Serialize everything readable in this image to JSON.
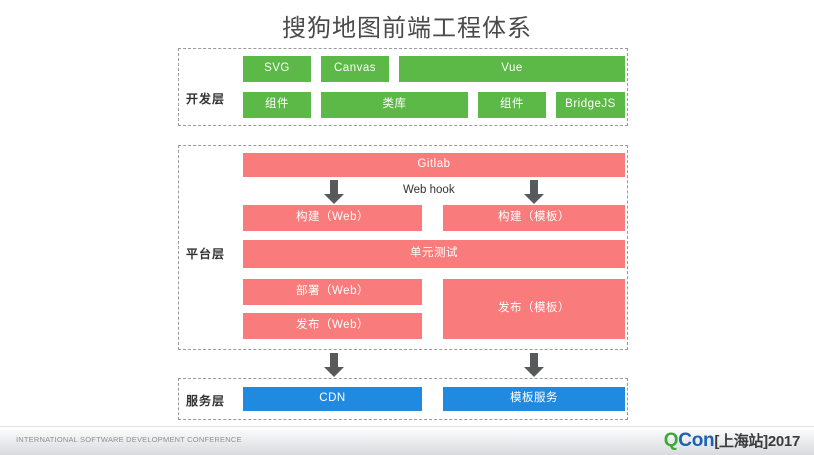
{
  "slide": {
    "title": "搜狗地图前端工程体系"
  },
  "layers": [
    {
      "id": "dev",
      "label": "开发层",
      "nodes": [
        {
          "label": "SVG",
          "color": "green"
        },
        {
          "label": "Canvas",
          "color": "green"
        },
        {
          "label": "Vue",
          "color": "green"
        },
        {
          "label": "组件",
          "color": "green"
        },
        {
          "label": "类库",
          "color": "green"
        },
        {
          "label": "组件",
          "color": "green"
        },
        {
          "label": "BridgeJS",
          "color": "green"
        }
      ]
    },
    {
      "id": "platform",
      "label": "平台层",
      "annotation": "Web hook",
      "nodes": [
        {
          "label": "Gitlab",
          "color": "pink"
        },
        {
          "label": "构建（Web）",
          "color": "pink"
        },
        {
          "label": "构建（模板）",
          "color": "pink"
        },
        {
          "label": "单元测试",
          "color": "pink"
        },
        {
          "label": "部署（Web）",
          "color": "pink"
        },
        {
          "label": "发布（Web）",
          "color": "pink"
        },
        {
          "label": "发布（模板）",
          "color": "pink"
        }
      ]
    },
    {
      "id": "service",
      "label": "服务层",
      "nodes": [
        {
          "label": "CDN",
          "color": "blue"
        },
        {
          "label": "模板服务",
          "color": "blue"
        }
      ]
    }
  ],
  "colors": {
    "green": "#5cb947",
    "pink": "#fa7b7b",
    "blue": "#2089e0",
    "arrow": "#58595b",
    "dashed_border": "#9a9a9a",
    "title_text": "#4a4a4a"
  },
  "footer": {
    "tagline": "INTERNATIONAL SOFTWARE DEVELOPMENT CONFERENCE",
    "logo_q": "Q",
    "logo_con": "Con",
    "logo_city": "[上海站]",
    "logo_year": "2017"
  }
}
